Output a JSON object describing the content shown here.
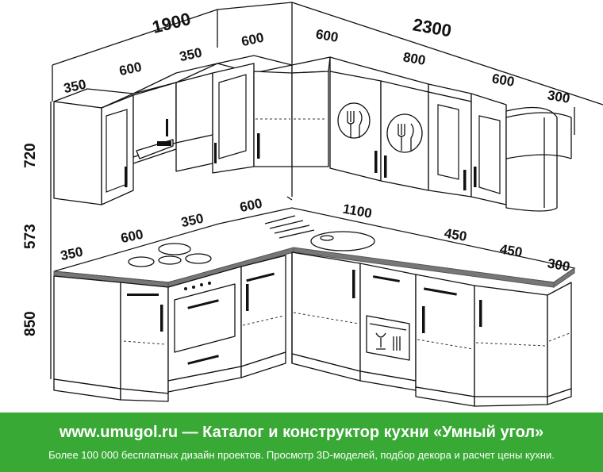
{
  "dimensions": {
    "width_left": "1900",
    "width_right": "2300",
    "upper_left": [
      "350",
      "600",
      "350",
      "600"
    ],
    "upper_right": [
      "600",
      "800",
      "600",
      "300"
    ],
    "lower_left": [
      "350",
      "600",
      "350",
      "600"
    ],
    "lower_right": [
      "1100",
      "450",
      "450",
      "300"
    ],
    "heights": [
      "720",
      "573",
      "850"
    ]
  },
  "banner": {
    "title": "www.umugol.ru — Каталог и конструктор кухни «Умный угол»",
    "subtitle": "Более 100 000 бесплатных дизайн проектов. Просмотр 3D-моделей, подбор декора и расчет цены кухни.",
    "background": "#39a935"
  }
}
